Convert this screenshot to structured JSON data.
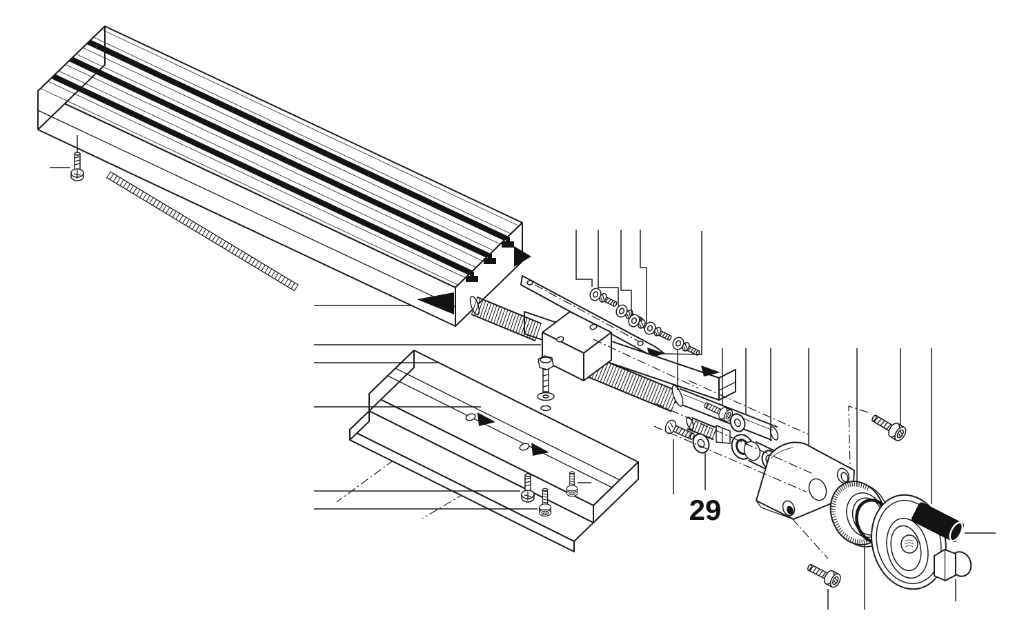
{
  "page": {
    "background": "#ffffff",
    "line_color": "#1a1a1a",
    "fill_black": "#141414"
  },
  "diagram": {
    "type": "exploded-view-parts-diagram",
    "subject": "cross-slide machine table with lead screw and handwheel",
    "labels": [
      {
        "id": "part-29",
        "text": "29"
      }
    ],
    "parts": [
      "t-slot-table",
      "measuring-scale-strip",
      "table-screw",
      "saddle",
      "cover-strip",
      "base-slide",
      "feed-nut-block",
      "nut-clamp-screw",
      "lead-screw",
      "lead-screw-stud",
      "washer",
      "bearing",
      "spacer-bushing",
      "bearing-bracket",
      "graduated-dial",
      "o-ring",
      "handwheel",
      "handle-grip",
      "cap-nut",
      "socket-head-screw",
      "pan-head-screw",
      "leader-lines",
      "center-lines"
    ]
  }
}
